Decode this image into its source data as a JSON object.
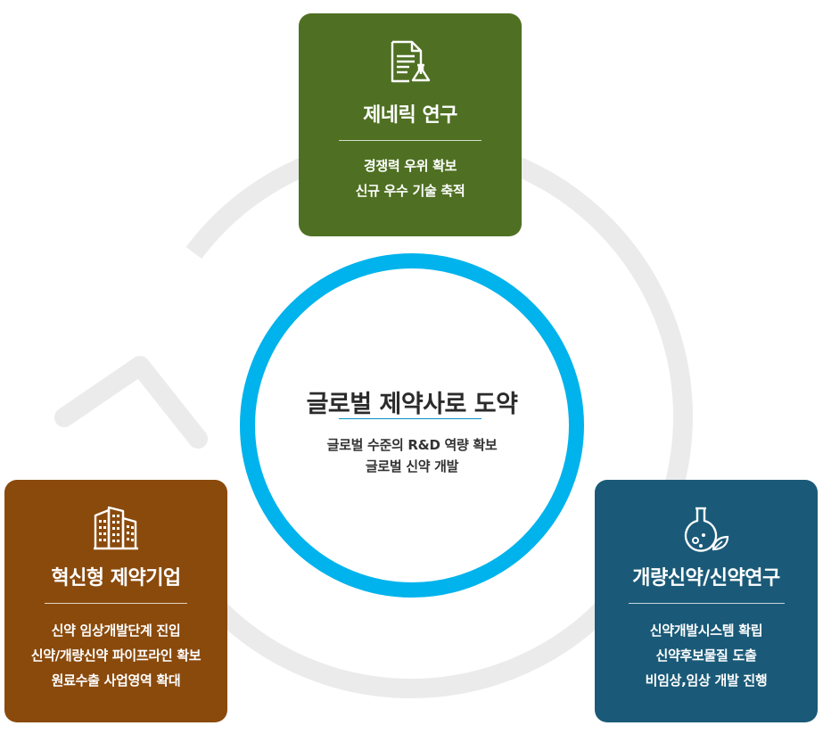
{
  "center": {
    "title": "글로벌 제약사로 도약",
    "lines": [
      "글로벌 수준의 R&D 역량 확보",
      "글로벌 신약 개발"
    ]
  },
  "cards": {
    "generic": {
      "title": "제네릭 연구",
      "icon": "document-flask-icon",
      "lines": [
        "경쟁력 우위 확보",
        "신규 우수 기술 축적"
      ]
    },
    "innovative": {
      "title": "혁신형 제약기업",
      "icon": "building-icon",
      "lines": [
        "신약 임상개발단계 진입",
        "신약/개량신약 파이프라인 확보",
        "원료수출 사업영역 확대"
      ]
    },
    "improved": {
      "title": "개량신약/신약연구",
      "icon": "flask-leaf-icon",
      "lines": [
        "신약개발시스템 확립",
        "신약후보물질 도출",
        "비임상,임상 개발 진행"
      ]
    }
  },
  "colors": {
    "generic": "#4f7022",
    "innovative": "#8a4a0c",
    "improved": "#1a5a78",
    "center_ring": "#00b3ec",
    "cycle_arrow": "#ebebeb"
  }
}
